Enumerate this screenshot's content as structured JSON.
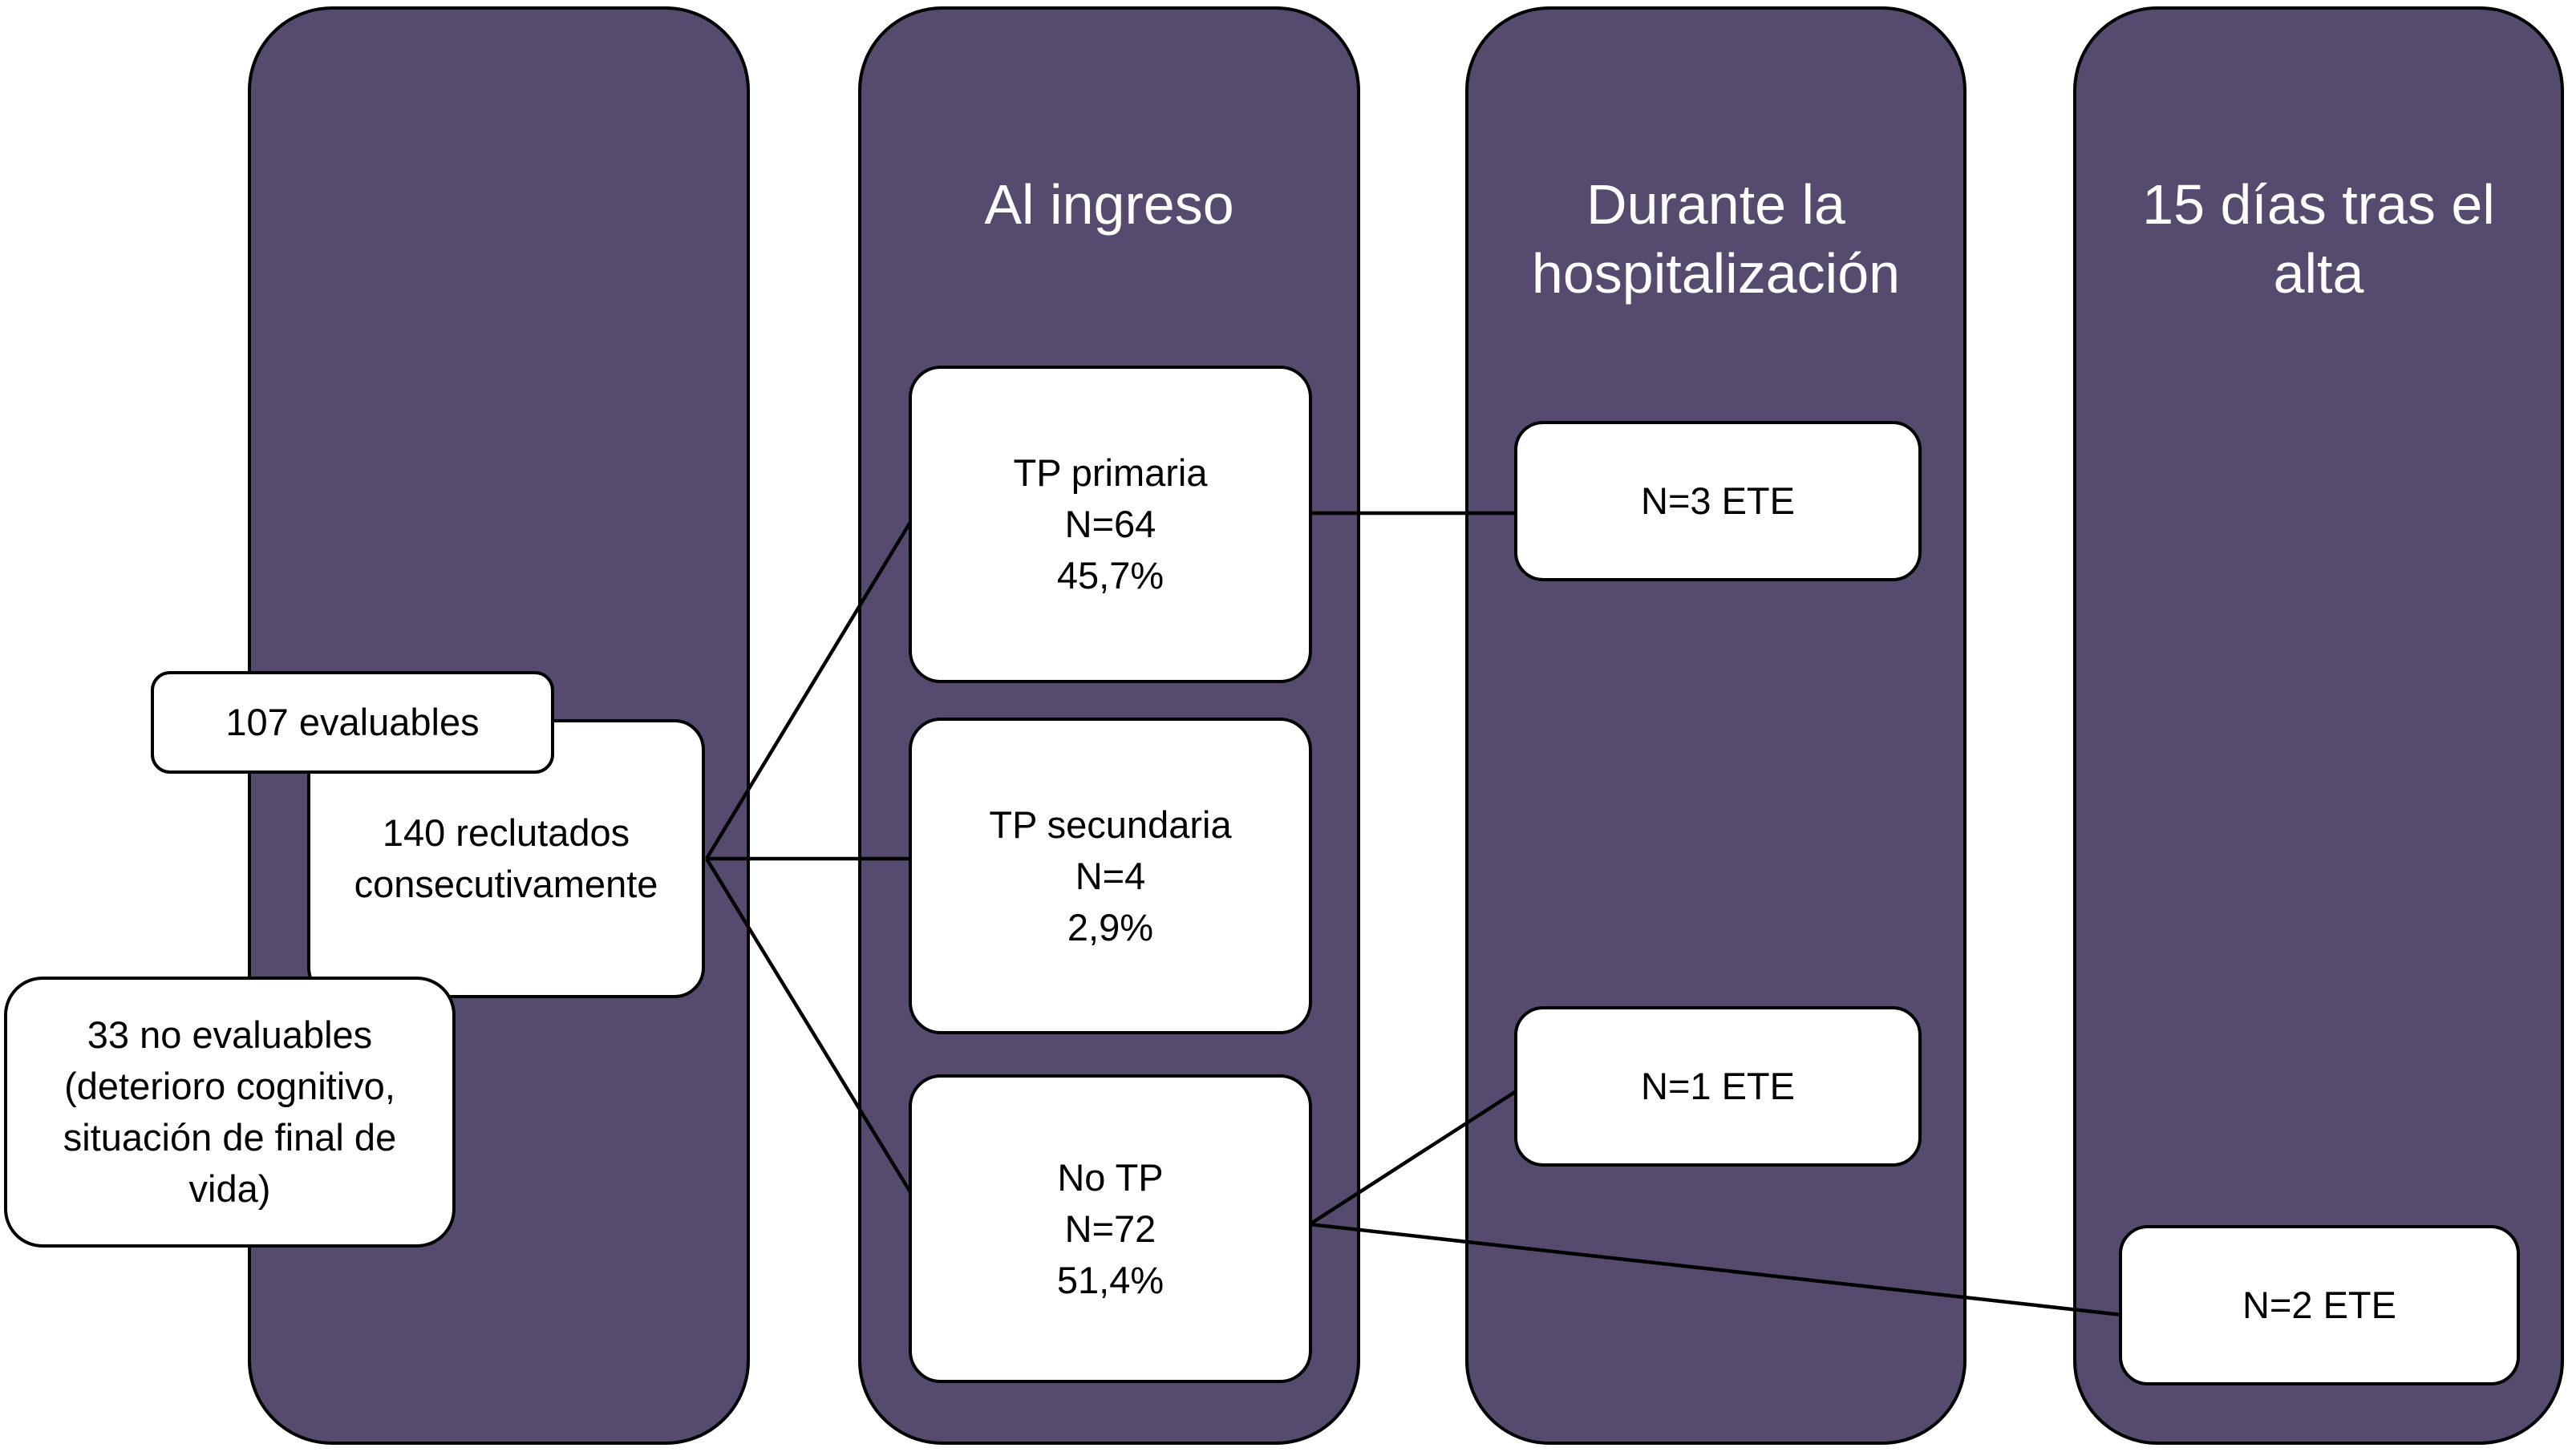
{
  "diagram": {
    "type": "study-flowchart",
    "language": "es",
    "columns": [
      {
        "id": "reclutamiento",
        "header": ""
      },
      {
        "id": "al-ingreso",
        "header": "Al ingreso"
      },
      {
        "id": "durante-hospitalizacion",
        "header": "Durante la\nhospitalización"
      },
      {
        "id": "tras-alta",
        "header": "15 días tras el\nalta"
      }
    ],
    "nodes": {
      "evaluables": "107 evaluables",
      "reclutados": "140 reclutados\nconsecutivamente",
      "no_evaluables": "33 no evaluables\n(deterioro cognitivo,\nsituación de final de\nvida)",
      "tp_primaria": "TP primaria\nN=64\n45,7%",
      "tp_secundaria": "TP secundaria\nN=4\n2,9%",
      "no_tp": "No TP\nN=72\n51,4%",
      "ete_ingreso_tp_primaria": "N=3 ETE",
      "ete_hosp_no_tp": "N=1 ETE",
      "ete_alta_no_tp": "N=2 ETE"
    },
    "edges": [
      {
        "from": "reclutados",
        "to": "tp_primaria"
      },
      {
        "from": "reclutados",
        "to": "tp_secundaria"
      },
      {
        "from": "reclutados",
        "to": "no_tp"
      },
      {
        "from": "tp_primaria",
        "to": "ete_ingreso_tp_primaria"
      },
      {
        "from": "no_tp",
        "to": "ete_hosp_no_tp"
      },
      {
        "from": "no_tp",
        "to": "ete_alta_no_tp"
      }
    ],
    "colors": {
      "column_fill": "#564B6E",
      "outline": "#000000",
      "node_fill": "#FFFFFF",
      "header_text": "#FFFFFF",
      "node_text": "#000000",
      "background": "#FFFFFF"
    }
  }
}
